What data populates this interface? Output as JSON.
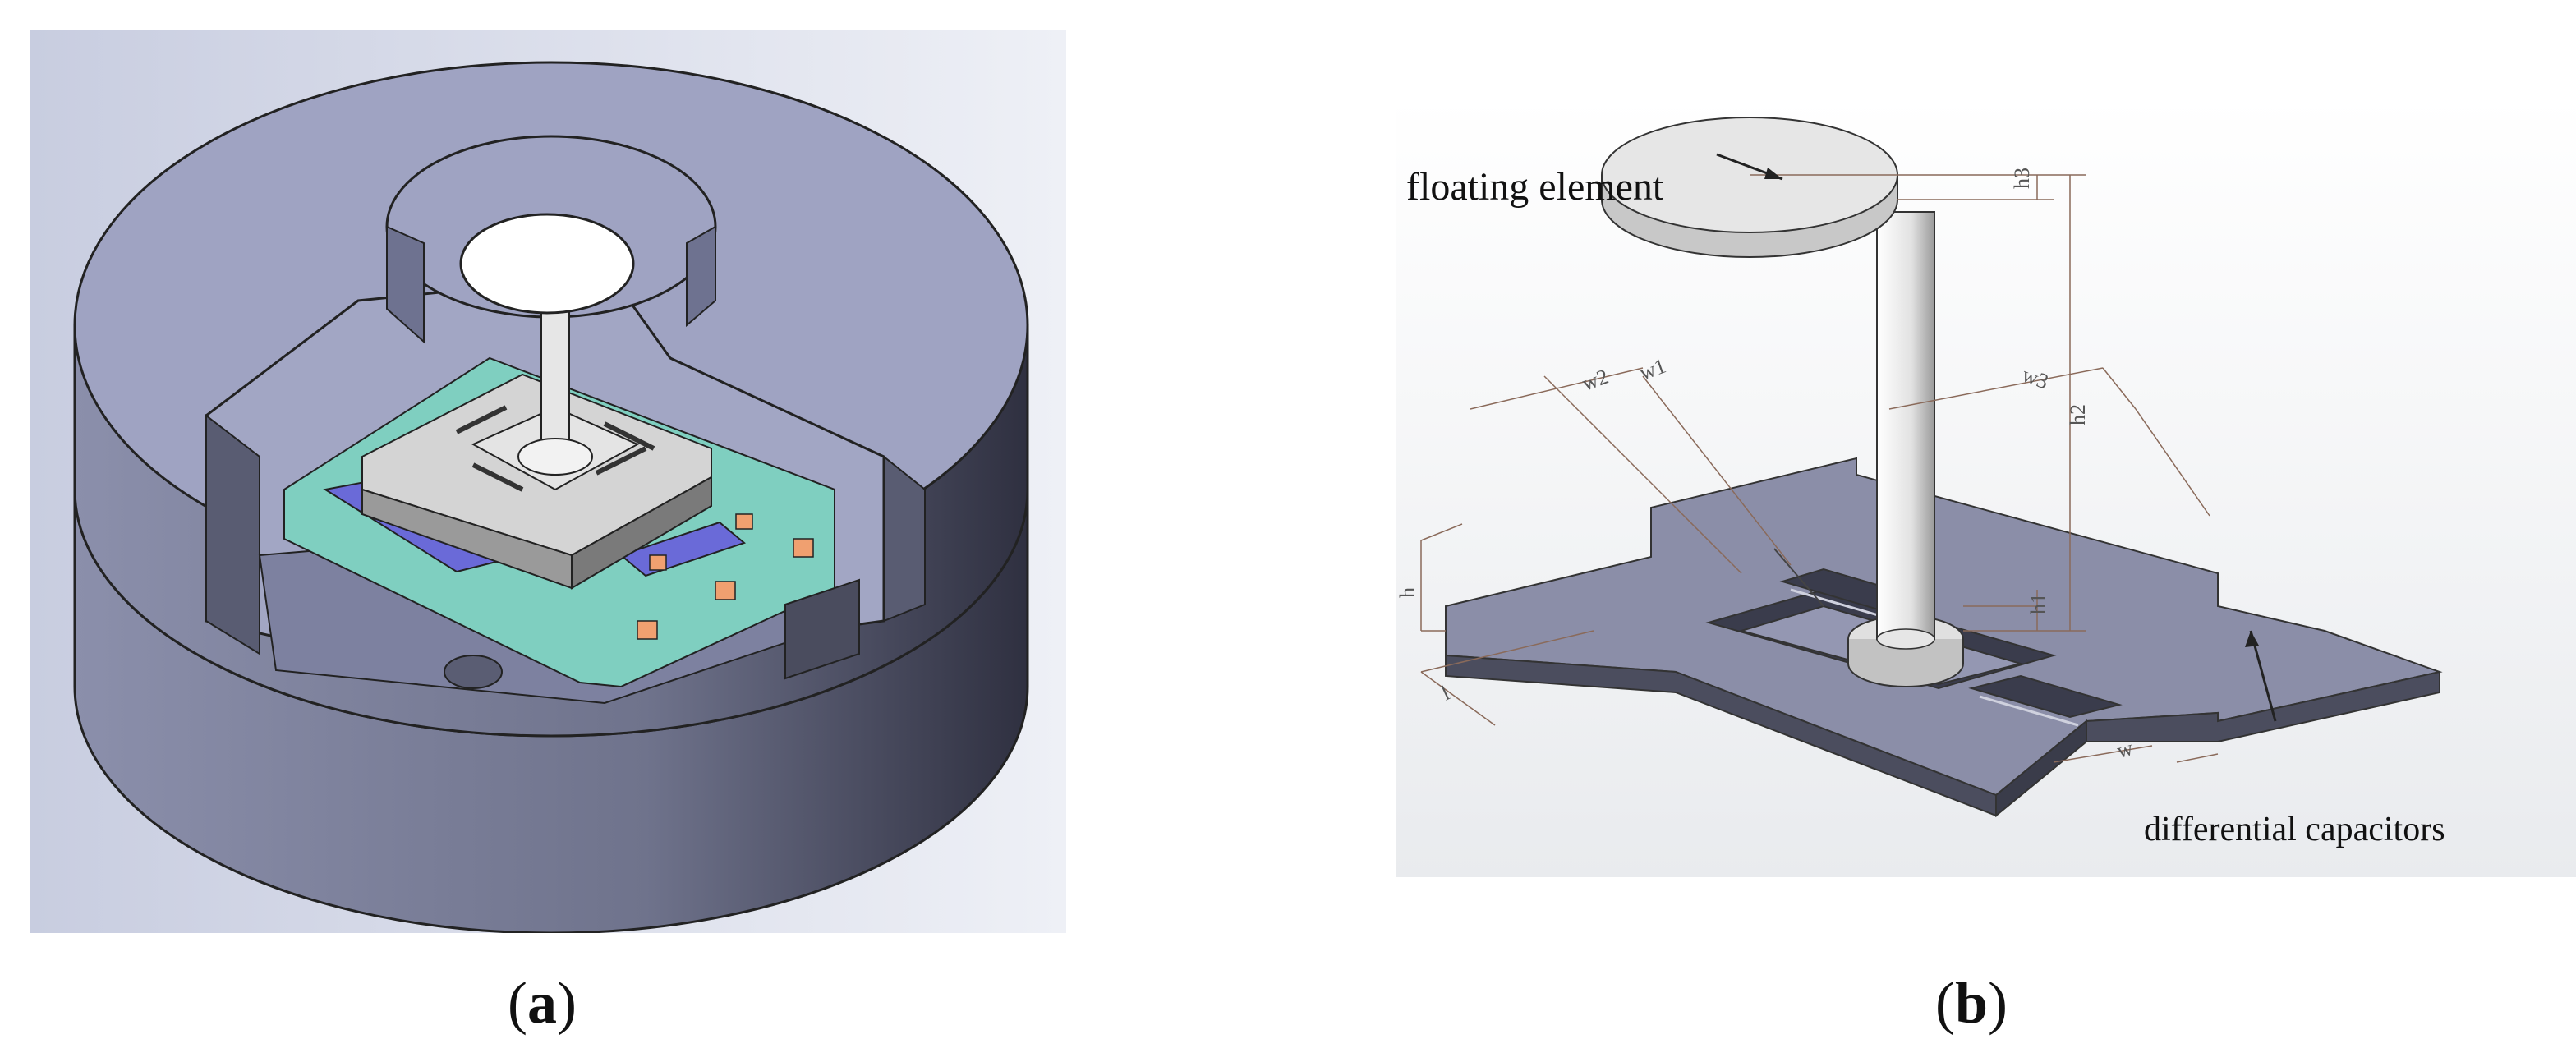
{
  "panel_a": {
    "caption_letter": "a"
  },
  "panel_b": {
    "caption_letter": "b",
    "labels": {
      "floating_element": "floating element",
      "differential_capacitors": "differential capacitors"
    },
    "dimensions": {
      "h": "h",
      "h1": "h1",
      "h2": "h2",
      "h3": "h3",
      "w": "w",
      "w1": "w1",
      "w2": "w2",
      "w3": "w3",
      "l": "l"
    }
  },
  "colors": {
    "housing_top": "#9fa3c2",
    "housing_side": "#7b7f9a",
    "pcb": "#7fcfc0",
    "chip": "#d4d4d4",
    "pad": "#f0a070",
    "blue_strip": "#6a6ad8",
    "plate": "#8b8ea8",
    "disc": "#e8e8e8"
  }
}
